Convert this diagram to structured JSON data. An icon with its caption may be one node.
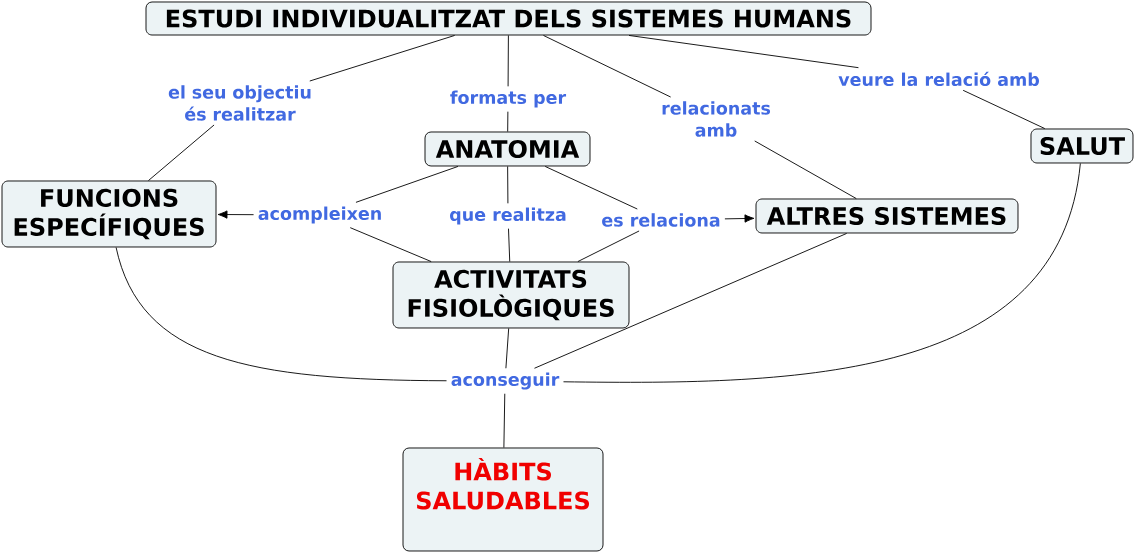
{
  "diagram": {
    "nodes": [
      {
        "text": [
          "ESTUDI INDIVIDUALITZAT DELS SISTEMES HUMANS"
        ]
      },
      {
        "text": [
          "el seu objectiu és realitzar"
        ]
      },
      {
        "text": [
          "formats per"
        ]
      },
      {
        "text": [
          "relacionats amb"
        ]
      },
      {
        "text": [
          "veure la relació amb"
        ]
      },
      {
        "text": [
          "ANATOMIA"
        ]
      },
      {
        "text": [
          "SALUT"
        ]
      },
      {
        "text": [
          "FUNCIONS ESPECÍFIQUES"
        ]
      },
      {
        "text": [
          "acompleixen"
        ]
      },
      {
        "text": [
          "que realitza"
        ]
      },
      {
        "text": [
          "es relaciona"
        ]
      },
      {
        "text": [
          "ALTRES SISTEMES"
        ]
      },
      {
        "text": [
          "ACTIVITATS FISIOLÒGIQUES"
        ]
      },
      {
        "text": [
          "aconseguir"
        ]
      },
      {
        "text": [
          "HÀBITS SALUDABLES"
        ]
      }
    ],
    "edges": [
      {
        "from": 0,
        "to": 1,
        "arrow": "none"
      },
      {
        "from": 1,
        "to": 7,
        "arrow": "none"
      },
      {
        "from": 0,
        "to": 2,
        "arrow": "none"
      },
      {
        "from": 2,
        "to": 5,
        "arrow": "none"
      },
      {
        "from": 0,
        "to": 3,
        "arrow": "none"
      },
      {
        "from": 3,
        "to": 11,
        "arrow": "none"
      },
      {
        "from": 0,
        "to": 4,
        "arrow": "none"
      },
      {
        "from": 4,
        "to": 6,
        "arrow": "none"
      },
      {
        "from": 5,
        "to": 8,
        "arrow": "none"
      },
      {
        "from": 12,
        "to": 8,
        "arrow": "none"
      },
      {
        "from": 8,
        "to": 7,
        "arrow": "to"
      },
      {
        "from": 5,
        "to": 9,
        "arrow": "none"
      },
      {
        "from": 9,
        "to": 12,
        "arrow": "none"
      },
      {
        "from": 5,
        "to": 10,
        "arrow": "none"
      },
      {
        "from": 12,
        "to": 10,
        "arrow": "none"
      },
      {
        "from": 10,
        "to": 11,
        "arrow": "to"
      },
      {
        "from": 7,
        "to": 13,
        "arrow": "none"
      },
      {
        "from": 12,
        "to": 13,
        "arrow": "none"
      },
      {
        "from": 11,
        "to": 13,
        "arrow": "none"
      },
      {
        "from": 6,
        "to": 13,
        "arrow": "none"
      },
      {
        "from": 13,
        "to": 14,
        "arrow": "none"
      }
    ]
  }
}
